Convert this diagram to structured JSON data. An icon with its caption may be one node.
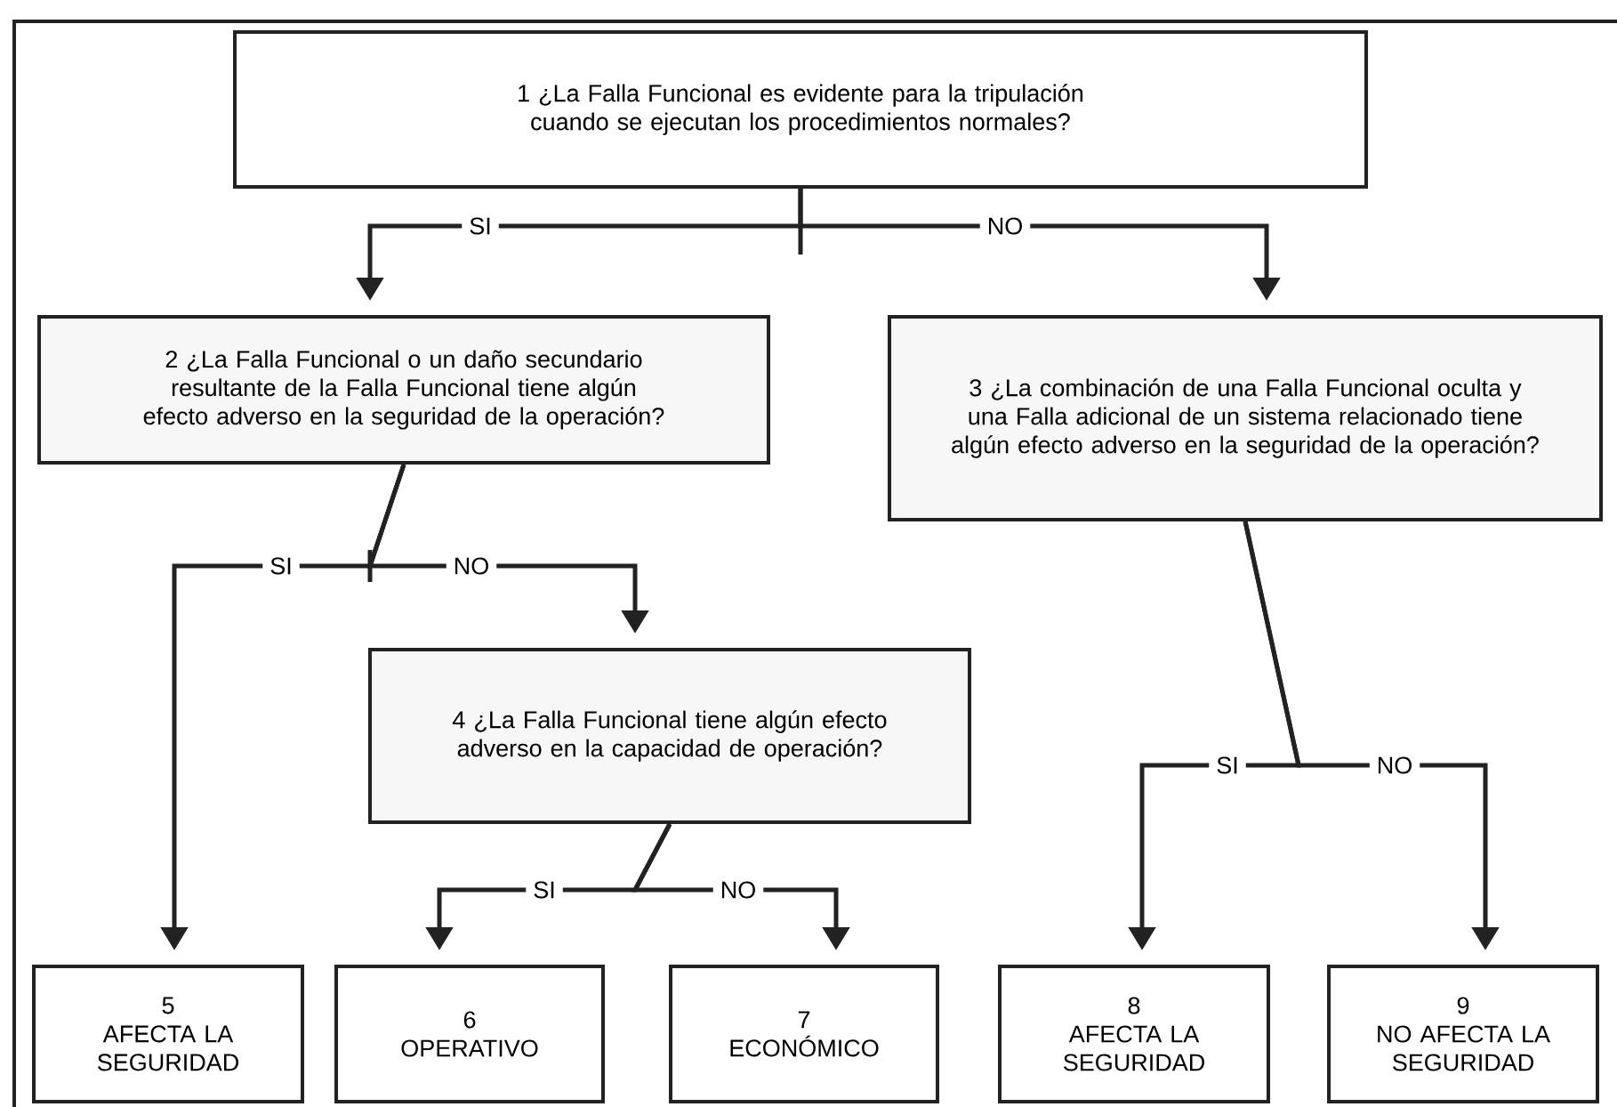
{
  "diagram": {
    "nodes": [
      {
        "text": [
          "1 ¿La Falla Funcional es evidente para la tripulación cuando se ejecutan los procedimientos normales?"
        ]
      },
      {
        "text": [
          "2 ¿La Falla Funcional o un daño secundario resultante de la Falla Funcional tiene algún efecto adverso en la  seguridad de la operación?"
        ]
      },
      {
        "text": [
          "3 ¿La combinación de una Falla Funcional oculta y una Falla adicional de un sistema relacionado tiene algún efecto adverso en la seguridad de la operación?"
        ]
      },
      {
        "text": [
          "4 ¿La Falla Funcional tiene algún efecto adverso en la capacidad de operación?"
        ]
      },
      {
        "text": [
          "5",
          "AFECTA LA SEGURIDAD"
        ]
      },
      {
        "text": [
          "6",
          "OPERATIVO"
        ]
      },
      {
        "text": [
          "7",
          "ECONÓMICO"
        ]
      },
      {
        "text": [
          "8",
          "AFECTA LA SEGURIDAD"
        ]
      },
      {
        "text": [
          "9",
          "NO AFECTA LA SEGURIDAD"
        ]
      }
    ],
    "edges": [
      {
        "from": 0,
        "to": 1,
        "arrow": "to",
        "label": "SI"
      },
      {
        "from": 0,
        "to": 2,
        "arrow": "to",
        "label": "NO"
      },
      {
        "from": 1,
        "to": 4,
        "arrow": "to",
        "label": "SI"
      },
      {
        "from": 1,
        "to": 3,
        "arrow": "to",
        "label": "NO"
      },
      {
        "from": 3,
        "to": 5,
        "arrow": "to",
        "label": "SI"
      },
      {
        "from": 3,
        "to": 6,
        "arrow": "to",
        "label": "NO"
      },
      {
        "from": 2,
        "to": 7,
        "arrow": "to",
        "label": "SI"
      },
      {
        "from": 2,
        "to": 8,
        "arrow": "to",
        "label": "NO"
      }
    ]
  }
}
